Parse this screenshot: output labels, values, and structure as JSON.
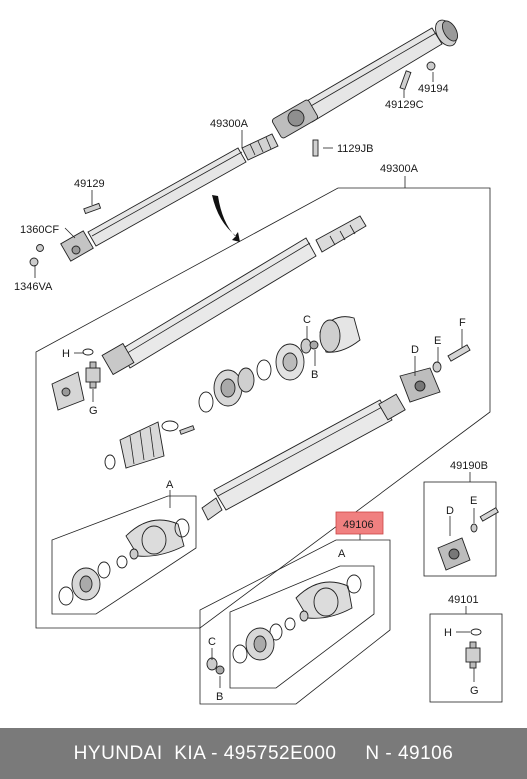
{
  "labels": {
    "p49194": "49194",
    "p49129C": "49129C",
    "p49300A_top": "49300A",
    "p1129JB": "1129JB",
    "p49129": "49129",
    "p49300A_box": "49300A",
    "p1360CF": "1360CF",
    "p1346VA": "1346VA",
    "H_main": "H",
    "G_main": "G",
    "C_main": "C",
    "B_main": "B",
    "D_main": "D",
    "E_main": "E",
    "F_main": "F",
    "A_main": "A",
    "p49106": "49106",
    "A_sub": "A",
    "C_sub": "C",
    "B_sub": "B",
    "p49190B": "49190B",
    "D_sub": "D",
    "E_sub": "E",
    "p49101": "49101",
    "H_sub": "H",
    "G_sub": "G"
  },
  "highlight_color": "#f08080",
  "footer": {
    "text": "HYUNDAI  KIA - 495752E000     N - 49106"
  }
}
